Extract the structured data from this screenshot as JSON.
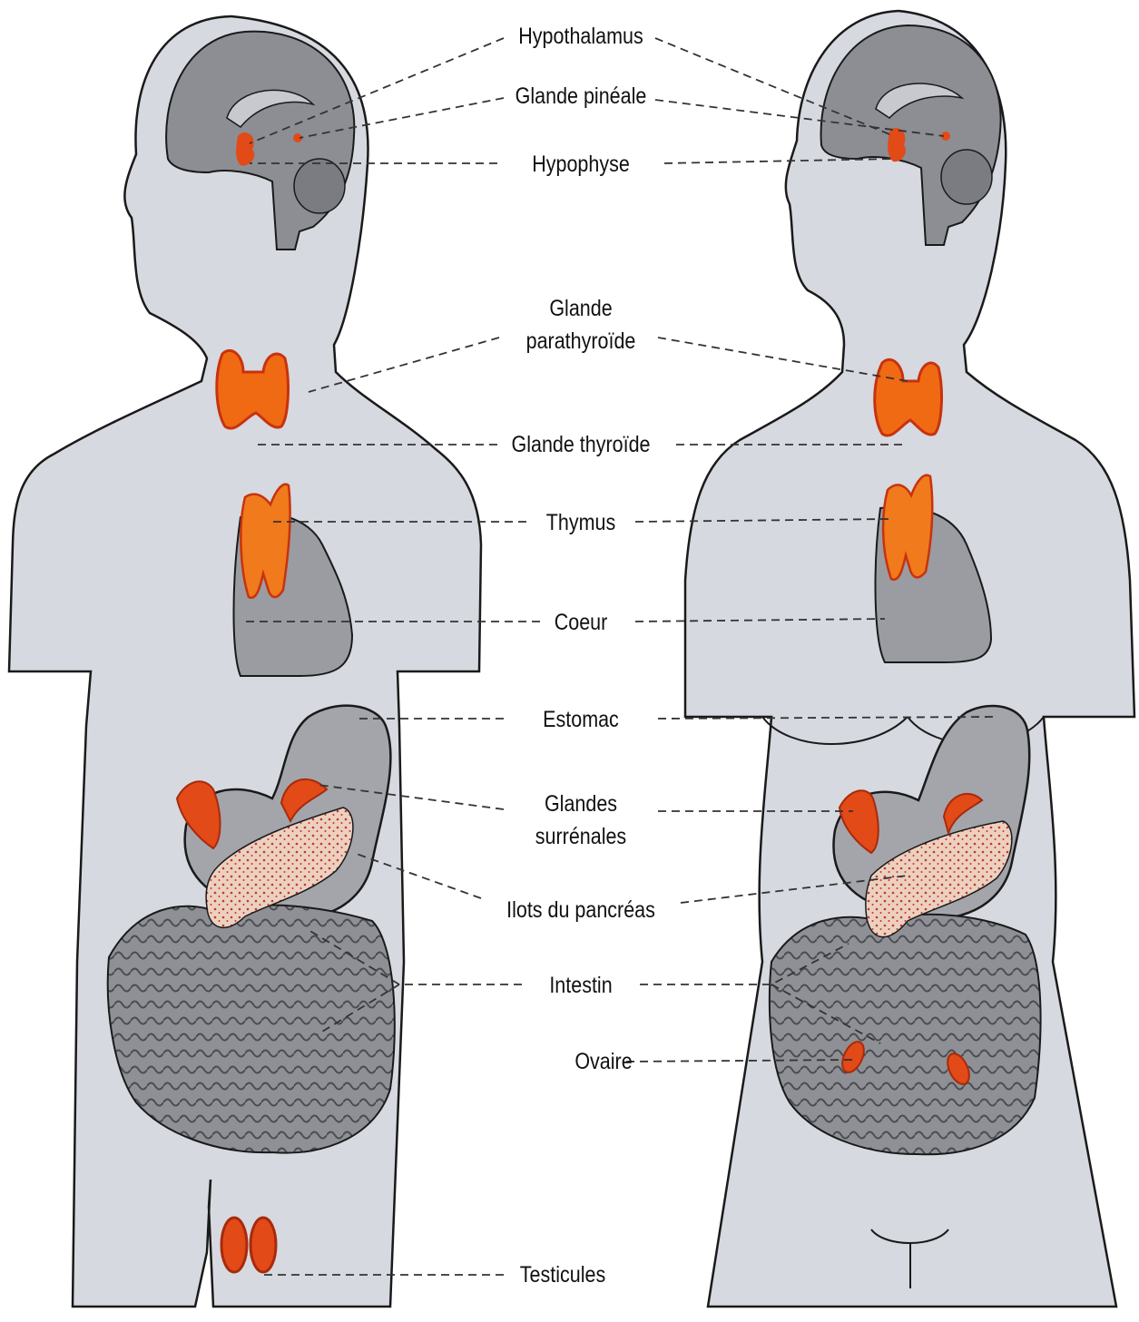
{
  "figure": {
    "colors": {
      "background": "#ffffff",
      "body_skin": "#d6d9df",
      "body_outline": "#1a1a1a",
      "organ_gray": "#9a9ca2",
      "organ_dark": "#6f7177",
      "gland_orange": "#f06a14",
      "gland_red": "#c8320e",
      "pancreas": "#e9c7b5",
      "leader_line": "#333333"
    },
    "labels": {
      "hypothalamus": "Hypothalamus",
      "glande_pineale": "Glande pinéale",
      "hypophyse": "Hypophyse",
      "parathyroide": [
        "Glande",
        "parathyroïde"
      ],
      "thyroide": "Glande thyroïde",
      "thymus": "Thymus",
      "coeur": "Coeur",
      "estomac": "Estomac",
      "surrenales": [
        "Glandes",
        "surrénales"
      ],
      "pancreas": "Ilots du pancréas",
      "intestin": "Intestin",
      "ovaire": "Ovaire",
      "testicules": "Testicules"
    }
  }
}
